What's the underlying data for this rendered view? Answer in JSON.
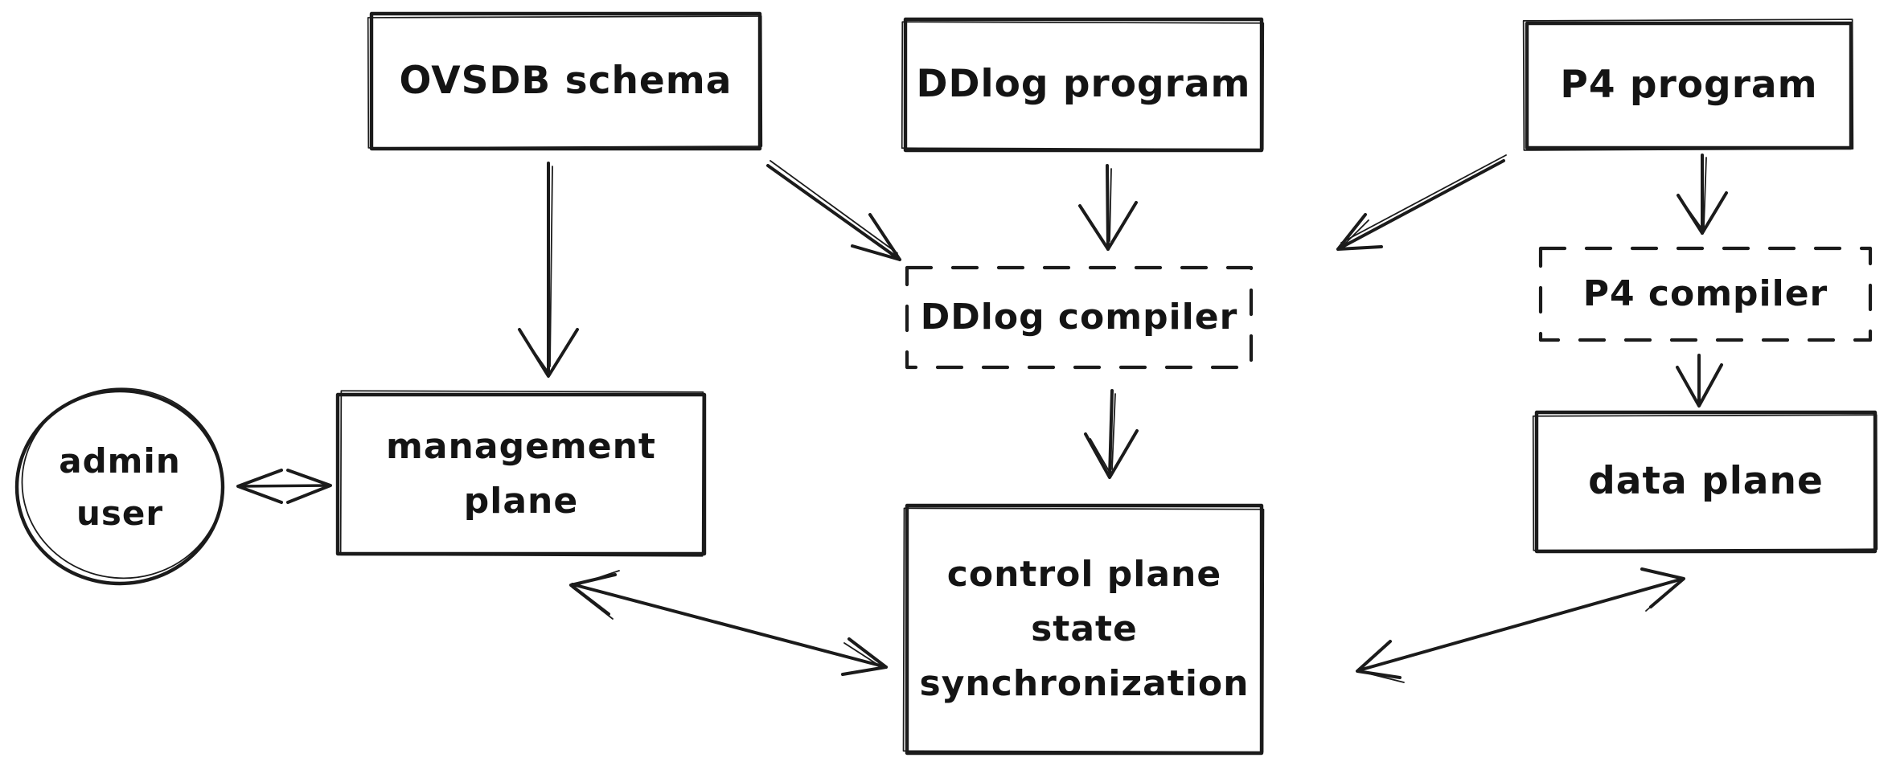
{
  "canvas": {
    "background_color": "#ffffff",
    "stroke_color": "#1b1b1b",
    "text_color": "#141414"
  },
  "nodes": {
    "ovsdb_schema": {
      "label": "OVSDB schema",
      "shape": "rectangle",
      "border": "solid"
    },
    "ddlog_program": {
      "label": "DDlog program",
      "shape": "rectangle",
      "border": "solid"
    },
    "p4_program": {
      "label": "P4 program",
      "shape": "rectangle",
      "border": "solid"
    },
    "ddlog_compiler": {
      "label": "DDlog compiler",
      "shape": "rectangle",
      "border": "dashed"
    },
    "p4_compiler": {
      "label": "P4 compiler",
      "shape": "rectangle",
      "border": "dashed"
    },
    "management_plane": {
      "label": "management plane",
      "shape": "rectangle",
      "border": "solid"
    },
    "data_plane": {
      "label": "data plane",
      "shape": "rectangle",
      "border": "solid"
    },
    "control_plane_state_synchronization": {
      "label_lines": [
        "control plane",
        "state",
        "synchronization"
      ],
      "shape": "rectangle",
      "border": "solid"
    },
    "admin_user": {
      "label_lines": [
        "admin",
        "user"
      ],
      "shape": "circle",
      "border": "solid"
    }
  },
  "edges": [
    {
      "from": "ovsdb_schema",
      "to": "management_plane",
      "style": "arrow"
    },
    {
      "from": "ovsdb_schema",
      "to": "ddlog_compiler",
      "style": "arrow"
    },
    {
      "from": "ddlog_program",
      "to": "ddlog_compiler",
      "style": "arrow"
    },
    {
      "from": "p4_program",
      "to": "ddlog_compiler",
      "style": "arrow"
    },
    {
      "from": "p4_program",
      "to": "p4_compiler",
      "style": "arrow"
    },
    {
      "from": "p4_compiler",
      "to": "data_plane",
      "style": "arrow"
    },
    {
      "from": "ddlog_compiler",
      "to": "control_plane_state_synchronization",
      "style": "arrow"
    },
    {
      "from": "management_plane",
      "to": "control_plane_state_synchronization",
      "style": "double-arrow"
    },
    {
      "from": "data_plane",
      "to": "control_plane_state_synchronization",
      "style": "double-arrow"
    },
    {
      "from": "admin_user",
      "to": "management_plane",
      "style": "double-arrow"
    }
  ]
}
